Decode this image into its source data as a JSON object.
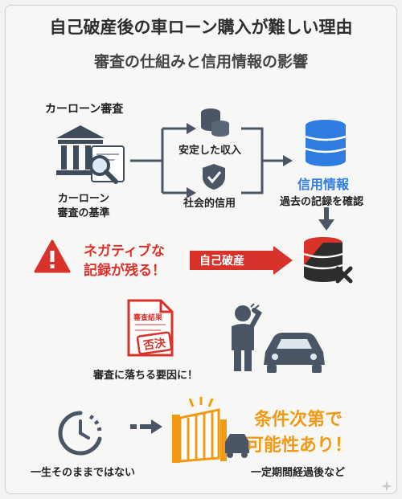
{
  "header": {
    "title": "自己破産後の車ローン購入が難しい理由",
    "subtitle": "審査の仕組みと信用情報の影響"
  },
  "loan_review": {
    "heading": "カーローン審査",
    "criteria_label_line1": "カーローン",
    "criteria_label_line2": "審査の基準",
    "factor_income": "安定した収入",
    "factor_credit": "社会的信用",
    "credit_info_title": "信用情報",
    "credit_info_caption": "過去の記録を確認"
  },
  "negative": {
    "warning_line1": "ネガティブな",
    "warning_line2": "記録が残る！",
    "arrow_label": "自己破産"
  },
  "rejection": {
    "doc_header": "審査結果",
    "stamp": "否決",
    "caption": "審査に落ちる要因に！"
  },
  "future": {
    "clock_caption": "一生そのままではない",
    "conclusion_line1": "条件次第で",
    "conclusion_line2": "可能性あり！",
    "gate_caption": "一定期間経過後など"
  },
  "icons": [
    "bank-icon",
    "magnifier-icon",
    "coins-icon",
    "shield-check-icon",
    "database-icon",
    "warning-icon",
    "database-x-icon",
    "document-icon",
    "worried-person-icon",
    "car-icon",
    "clock-icon",
    "gate-icon"
  ],
  "colors": {
    "blue": "#2f7de1",
    "red": "#d9322b",
    "orange": "#f29a16",
    "slate": "#4a5565"
  }
}
